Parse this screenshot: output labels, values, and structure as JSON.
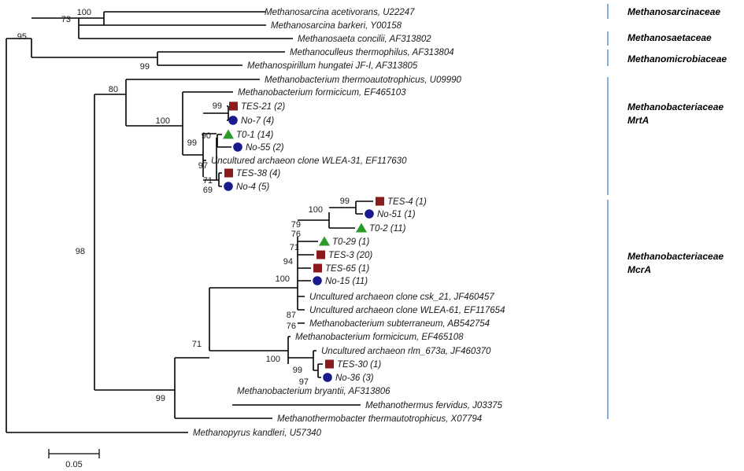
{
  "colors": {
    "tes_marker": "#8b1a1a",
    "no_marker": "#1a1a8c",
    "t0_marker": "#2a9a2a",
    "group_bar": "#4f8fd0",
    "branch": "#000000"
  },
  "tree": {
    "leaves": [
      {
        "id": "acetivorans",
        "label": "Methanosarcina acetivorans, U22247"
      },
      {
        "id": "barkeri",
        "label": "Methanosarcina barkeri, Y00158"
      },
      {
        "id": "concilii",
        "label": "Methanosaeta concilii, AF313802"
      },
      {
        "id": "culleus",
        "label": "Methanoculleus thermophilus, AF313804"
      },
      {
        "id": "hungatei",
        "label": "Methanospirillum hungatei JF-I, AF313805"
      },
      {
        "id": "thermoauto",
        "label": "Methanobacterium thermoautotrophicus, U09990"
      },
      {
        "id": "formicicum1",
        "label": "Methanobacterium formicicum, EF465103"
      },
      {
        "id": "tes21",
        "label": "TES-21 (2)",
        "marker": "square"
      },
      {
        "id": "no7",
        "label": "No-7 (4)",
        "marker": "circle"
      },
      {
        "id": "t01",
        "label": "T0-1 (14)",
        "marker": "triangle"
      },
      {
        "id": "no55",
        "label": "No-55 (2)",
        "marker": "circle"
      },
      {
        "id": "wlea31",
        "label": "Uncultured archaeon clone WLEA-31, EF117630"
      },
      {
        "id": "tes38",
        "label": "TES-38 (4)",
        "marker": "square"
      },
      {
        "id": "no4",
        "label": "No-4 (5)",
        "marker": "circle"
      },
      {
        "id": "tes4",
        "label": "TES-4 (1)",
        "marker": "square"
      },
      {
        "id": "no51",
        "label": "No-51 (1)",
        "marker": "circle"
      },
      {
        "id": "t02",
        "label": "T0-2 (11)",
        "marker": "triangle"
      },
      {
        "id": "t029",
        "label": "T0-29 (1)",
        "marker": "triangle"
      },
      {
        "id": "tes3",
        "label": "TES-3 (20)",
        "marker": "square"
      },
      {
        "id": "tes65",
        "label": "TES-65 (1)",
        "marker": "square"
      },
      {
        "id": "no15",
        "label": "No-15 (11)",
        "marker": "circle"
      },
      {
        "id": "csk21",
        "label": "Uncultured archaeon clone csk_21, JF460457"
      },
      {
        "id": "wlea61",
        "label": "Uncultured archaeon clone WLEA-61, EF117654"
      },
      {
        "id": "subterraneum",
        "label": "Methanobacterium subterraneum, AB542754"
      },
      {
        "id": "formicicum2",
        "label": "Methanobacterium formicicum, EF465108"
      },
      {
        "id": "rlm673a",
        "label": "Uncultured archaeon rlm_673a, JF460370"
      },
      {
        "id": "tes30",
        "label": "TES-30 (1)",
        "marker": "square"
      },
      {
        "id": "no36",
        "label": "No-36 (3)",
        "marker": "circle"
      },
      {
        "id": "bryantii",
        "label": "Methanobacterium bryantii, AF313806"
      },
      {
        "id": "fervidus",
        "label": "Methanothermus fervidus, J03375"
      },
      {
        "id": "thermautotrophicus",
        "label": "Methanothermobacter thermautotrophicus, X07794"
      },
      {
        "id": "kandleri",
        "label": "Methanopyrus kandleri, U57340"
      }
    ],
    "bootstrap": [
      {
        "id": "b_sarcina",
        "value": "100"
      },
      {
        "id": "b_73",
        "value": "73"
      },
      {
        "id": "b_95",
        "value": "95"
      },
      {
        "id": "b_micro",
        "value": "99"
      },
      {
        "id": "b_80",
        "value": "80"
      },
      {
        "id": "b_mrta100",
        "value": "100"
      },
      {
        "id": "b_tes21",
        "value": "99"
      },
      {
        "id": "b_mrta99",
        "value": "99"
      },
      {
        "id": "b_90",
        "value": "90"
      },
      {
        "id": "b_97",
        "value": "97"
      },
      {
        "id": "b_71a",
        "value": "71"
      },
      {
        "id": "b_69",
        "value": "69"
      },
      {
        "id": "b_98",
        "value": "98"
      },
      {
        "id": "b_tes4",
        "value": "99"
      },
      {
        "id": "b_mcra100a",
        "value": "100"
      },
      {
        "id": "b_79",
        "value": "79"
      },
      {
        "id": "b_76a",
        "value": "76"
      },
      {
        "id": "b_71b",
        "value": "71"
      },
      {
        "id": "b_94",
        "value": "94"
      },
      {
        "id": "b_mcra100b",
        "value": "100"
      },
      {
        "id": "b_87",
        "value": "87"
      },
      {
        "id": "b_76b",
        "value": "76"
      },
      {
        "id": "b_71c",
        "value": "71"
      },
      {
        "id": "b_mcra100c",
        "value": "100"
      },
      {
        "id": "b_tes30",
        "value": "99"
      },
      {
        "id": "b_97b",
        "value": "97"
      },
      {
        "id": "b_99root",
        "value": "99"
      }
    ],
    "groups": [
      {
        "id": "sarcinaceae",
        "lines": [
          "Methanosarcinaceae"
        ]
      },
      {
        "id": "saetaceae",
        "lines": [
          "Methanosaetaceae"
        ]
      },
      {
        "id": "microbiaceae",
        "lines": [
          "Methanomicrobiaceae"
        ]
      },
      {
        "id": "mrta",
        "lines": [
          "Methanobacteriaceae",
          "MrtA"
        ]
      },
      {
        "id": "mcra",
        "lines": [
          "Methanobacteriaceae",
          "McrA"
        ]
      }
    ],
    "scale_bar": {
      "label": "0.05"
    }
  }
}
